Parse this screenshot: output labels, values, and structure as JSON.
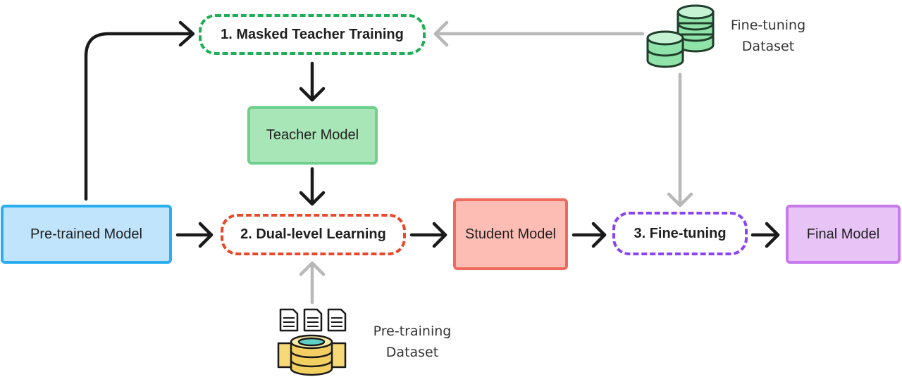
{
  "nodes": {
    "masked_teacher": "1. Masked Teacher Training",
    "teacher_model": "Teacher Model",
    "pretrained_model": "Pre-trained Model",
    "dual_level": "2. Dual-level Learning",
    "student_model": "Student Model",
    "fine_tuning": "3. Fine-tuning",
    "final_model": "Final Model"
  },
  "datasets": {
    "fine_tuning": {
      "line1": "Fine-tuning",
      "line2": "Dataset",
      "icon": "database-stack-icon"
    },
    "pre_training": {
      "line1": "Pre-training",
      "line2": "Dataset",
      "icon": "documents-server-icon"
    }
  },
  "colors": {
    "green_border": "#1fae55",
    "green_fill": "#a8e6b8",
    "blue_border": "#2aaef0",
    "blue_fill": "#bfe4fb",
    "red_border": "#e8482b",
    "student_fill": "#fdbdb5",
    "student_border": "#ef6a5c",
    "purple_border": "#8b45f0",
    "final_fill": "#e8c4f6",
    "final_border": "#c879ec",
    "arrow_dark": "#1a1a1a",
    "arrow_gray": "#b8b8b8"
  }
}
